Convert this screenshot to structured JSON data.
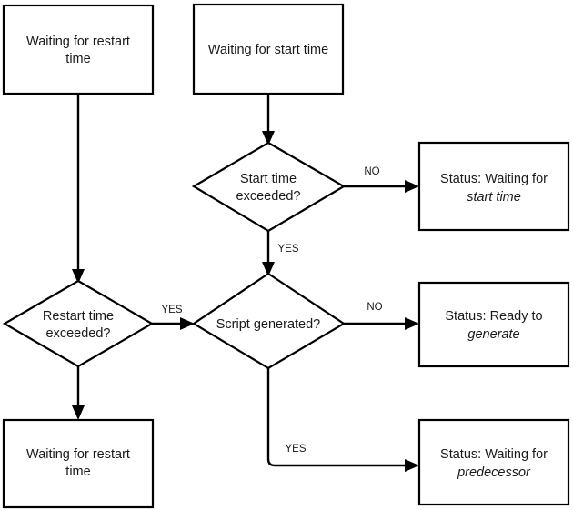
{
  "diagram": {
    "type": "flowchart",
    "background_color": "#ffffff",
    "line_color": "#000000",
    "text_color": "#1a1a1a",
    "nodes": [
      {
        "id": "waiting-restart-top",
        "shape": "rectangle",
        "line1": "Waiting for restart",
        "line2": "time"
      },
      {
        "id": "waiting-start",
        "shape": "rectangle",
        "line1": "Waiting for start time",
        "line2": ""
      },
      {
        "id": "start-time-exceeded",
        "shape": "diamond",
        "line1": "Start time",
        "line2": "exceeded?"
      },
      {
        "id": "restart-time-exceeded",
        "shape": "diamond",
        "line1": "Restart time",
        "line2": "exceeded?"
      },
      {
        "id": "script-generated",
        "shape": "diamond",
        "line1": "Script generated?",
        "line2": ""
      },
      {
        "id": "status-waiting-start",
        "shape": "rectangle",
        "prefix": "Status: ",
        "value_line1": "Waiting for",
        "value_line2": "start time"
      },
      {
        "id": "status-ready-generate",
        "shape": "rectangle",
        "prefix": "Status: ",
        "value_line1": "Ready to",
        "value_line2": "generate"
      },
      {
        "id": "status-waiting-predecessor",
        "shape": "rectangle",
        "prefix": "Status: ",
        "value_line1": "Waiting for",
        "value_line2": "predecessor"
      },
      {
        "id": "waiting-restart-bottom",
        "shape": "rectangle",
        "line1": "Waiting for restart",
        "line2": "time"
      }
    ],
    "edges": [
      {
        "id": "start-to-starttime",
        "label": ""
      },
      {
        "id": "starttime-no",
        "label": "NO"
      },
      {
        "id": "starttime-yes",
        "label": "YES"
      },
      {
        "id": "restartbox-to-restartdiamond",
        "label": ""
      },
      {
        "id": "restart-yes-to-script",
        "label": "YES"
      },
      {
        "id": "restart-no-down",
        "label": ""
      },
      {
        "id": "script-no",
        "label": "NO"
      },
      {
        "id": "script-yes",
        "label": "YES"
      }
    ]
  }
}
